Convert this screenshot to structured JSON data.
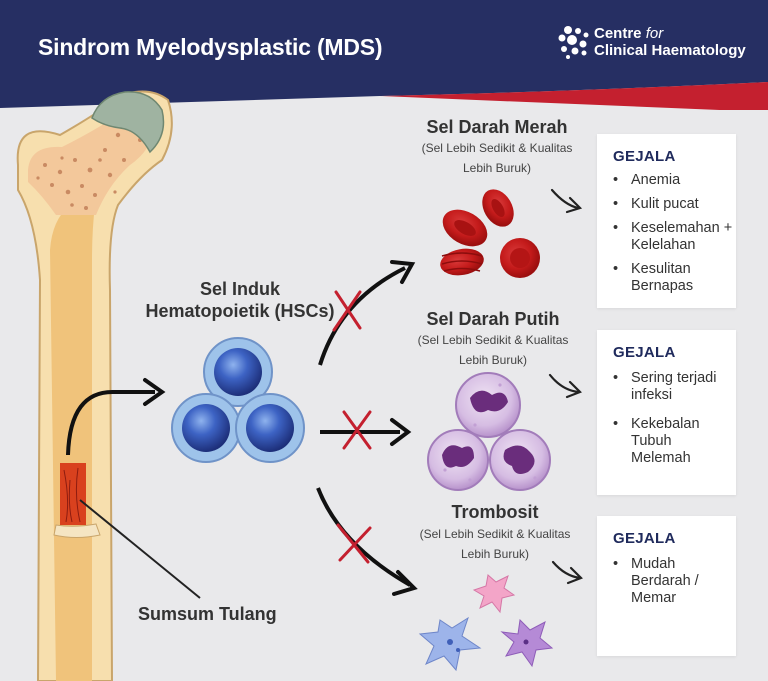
{
  "header": {
    "title": "Sindrom Myelodysplastic (MDS)",
    "logo_line1": "Centre",
    "logo_for": "for",
    "logo_line2": "Clinical Haematology"
  },
  "colors": {
    "navy": "#262f63",
    "red": "#c4202f",
    "background": "#e9e9eb",
    "marrow": "#d9411e"
  },
  "bone_label": "Sumsum Tulang",
  "hsc": {
    "line1": "Sel Induk",
    "line2": "Hematopoietik (HSCs)"
  },
  "cells": [
    {
      "title": "Sel Darah Merah",
      "sub1": "(Sel Lebih Sedikit & Kualitas",
      "sub2": "Lebih Buruk)"
    },
    {
      "title": "Sel Darah Putih",
      "sub1": "(Sel Lebih Sedikit & Kualitas",
      "sub2": "Lebih Buruk)"
    },
    {
      "title": "Trombosit",
      "sub1": "(Sel Lebih Sedikit & Kualitas",
      "sub2": "Lebih Buruk)"
    }
  ],
  "symptoms": [
    {
      "heading": "GEJALA",
      "items": [
        "Anemia",
        "Kulit pucat",
        "Keselemahan + Kelelahan",
        "Kesulitan Bernapas"
      ]
    },
    {
      "heading": "GEJALA",
      "items": [
        "Sering terjadi infeksi",
        "Kekebalan Tubuh Melemah"
      ]
    },
    {
      "heading": "GEJALA",
      "items": [
        "Mudah Berdarah / Memar"
      ]
    }
  ]
}
